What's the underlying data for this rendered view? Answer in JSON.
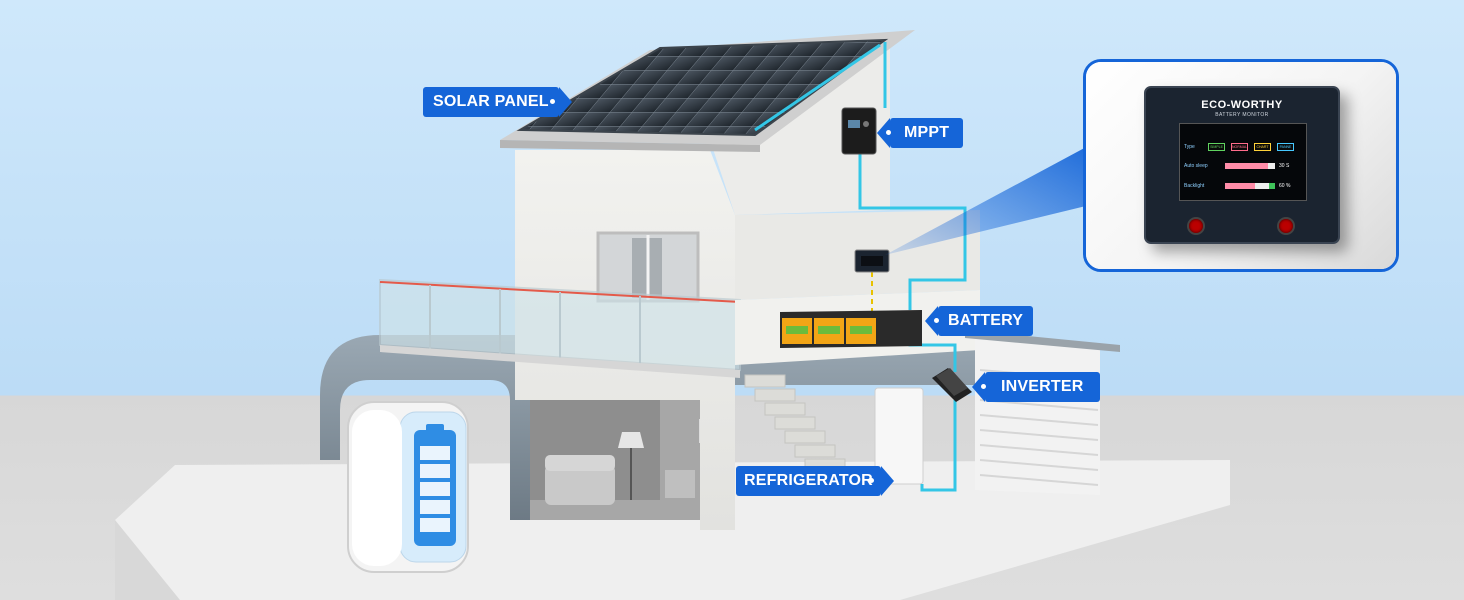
{
  "labels": {
    "solar_panel": "SOLAR PANEL",
    "mppt": "MPPT",
    "battery": "BATTERY",
    "inverter": "INVERTER",
    "refrigerator": "REFRIGERATOR"
  },
  "monitor": {
    "brand": "ECO-WORTHY",
    "subtitle": "BATTERY MONITOR",
    "type_label": "Type",
    "type_options": [
      "SIMPLE",
      "NORMAL",
      "CHART",
      "PANNE"
    ],
    "auto_sleep_label": "Auto sleep",
    "auto_sleep_value": "30 S",
    "auto_sleep_level": 0.85,
    "backlight_label": "Backlight",
    "backlight_value": "60 %",
    "backlight_level": 0.6
  },
  "colors": {
    "label_bg": "#1565d8",
    "label_text": "#ffffff",
    "wire": "#33c6e6",
    "signal": "#e8c200",
    "callout_border": "#1565d8"
  },
  "icons": [
    "battery-icon",
    "power-button-icon"
  ]
}
